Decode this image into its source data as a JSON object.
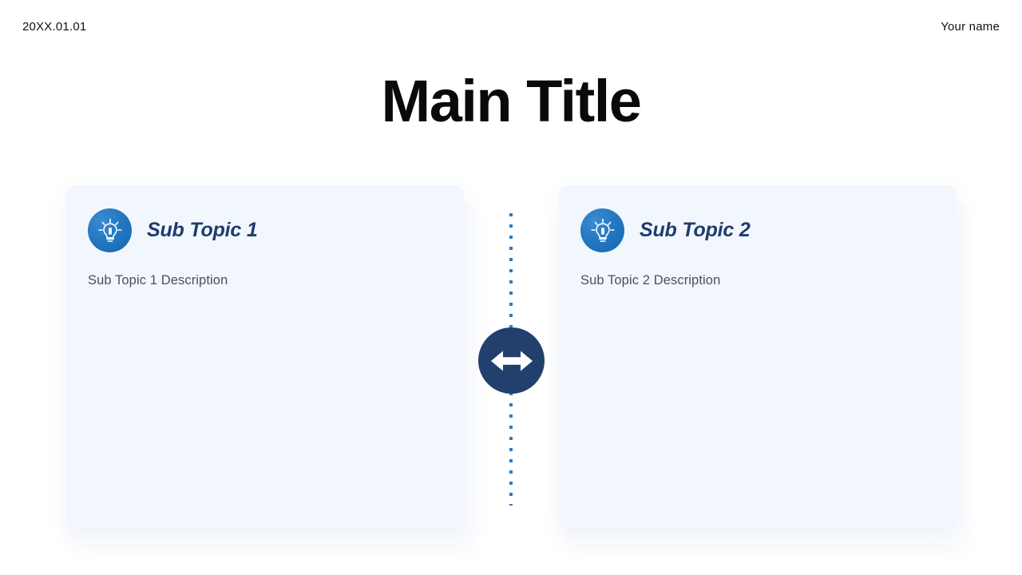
{
  "header": {
    "date": "20XX.01.01",
    "author": "Your name"
  },
  "main": {
    "title": "Main Title",
    "cards": [
      {
        "icon": "lightbulb-icon",
        "title": "Sub Topic 1",
        "description": "Sub Topic 1 Description"
      },
      {
        "icon": "lightbulb-icon",
        "title": "Sub Topic 2",
        "description": "Sub Topic 2 Description"
      }
    ],
    "divider_icon": "double-arrow-horizontal-icon"
  },
  "colors": {
    "accent_blue": "#2379c2",
    "navy": "#22406e",
    "card_background": "#f2f7fe",
    "title_text": "#1f3c6e",
    "body_text": "#4b5058",
    "page_background": "#ffffff"
  }
}
